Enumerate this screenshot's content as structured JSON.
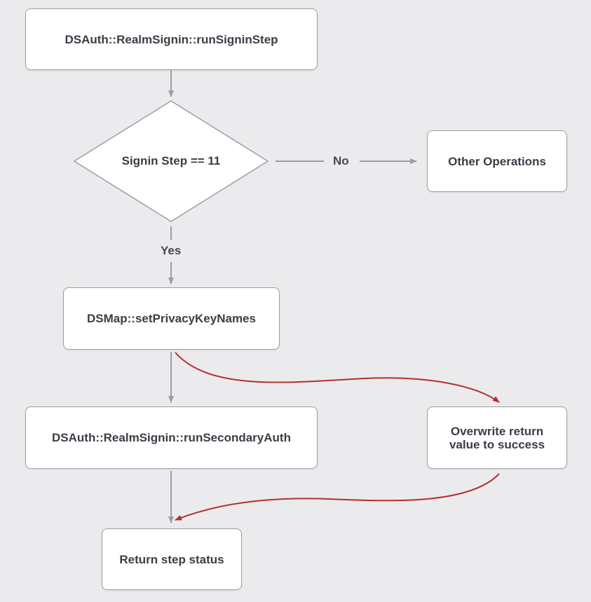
{
  "nodes": {
    "run_signin_step": "DSAuth::RealmSignin::runSigninStep",
    "signin_step_check": "Signin Step == 11",
    "other_operations": "Other Operations",
    "set_privacy_key_names": "DSMap::setPrivacyKeyNames",
    "run_secondary_auth": "DSAuth::RealmSignin::runSecondaryAuth",
    "overwrite_return": "Overwrite return\nvalue to success",
    "return_step_status": "Return step status"
  },
  "edge_labels": {
    "no": "No",
    "yes": "Yes"
  },
  "colors": {
    "background": "#ebebed",
    "gray_arrow": "#9a9ea6",
    "red_arrow": "#b3302f"
  }
}
